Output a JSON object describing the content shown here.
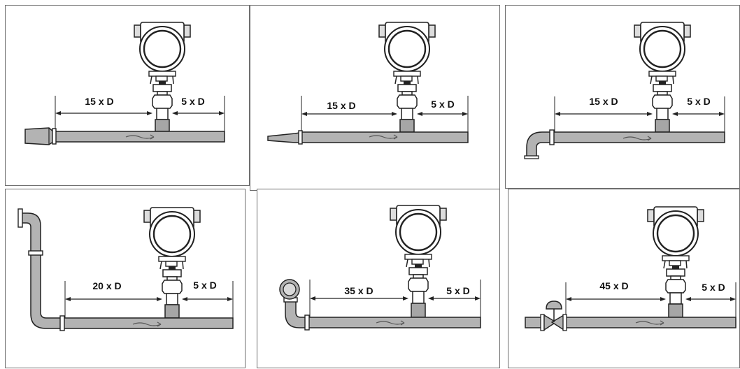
{
  "colors": {
    "pipe_fill": "#b3b3b3",
    "pipe_dark": "#8f8f8f",
    "stroke": "#222222",
    "flow_arrow": "#555555",
    "panel_border": "#6e6e6e"
  },
  "panels": [
    {
      "upstream_label": "15 x D",
      "downstream_label": "5 x D",
      "disturbance": "reducer",
      "flow_icon": "flow-arrow-icon"
    },
    {
      "upstream_label": "15 x D",
      "downstream_label": "5 x D",
      "disturbance": "expander",
      "flow_icon": "flow-arrow-icon"
    },
    {
      "upstream_label": "15 x D",
      "downstream_label": "5 x D",
      "disturbance": "single-elbow",
      "flow_icon": "flow-arrow-icon"
    },
    {
      "upstream_label": "20 x D",
      "downstream_label": "5 x D",
      "disturbance": "double-elbow-same-plane",
      "flow_icon": "flow-arrow-icon"
    },
    {
      "upstream_label": "35 x D",
      "downstream_label": "5 x D",
      "disturbance": "double-elbow-out-of-plane",
      "flow_icon": "flow-arrow-icon"
    },
    {
      "upstream_label": "45 x D",
      "downstream_label": "5 x D",
      "disturbance": "control-valve",
      "flow_icon": "flow-arrow-icon"
    }
  ]
}
